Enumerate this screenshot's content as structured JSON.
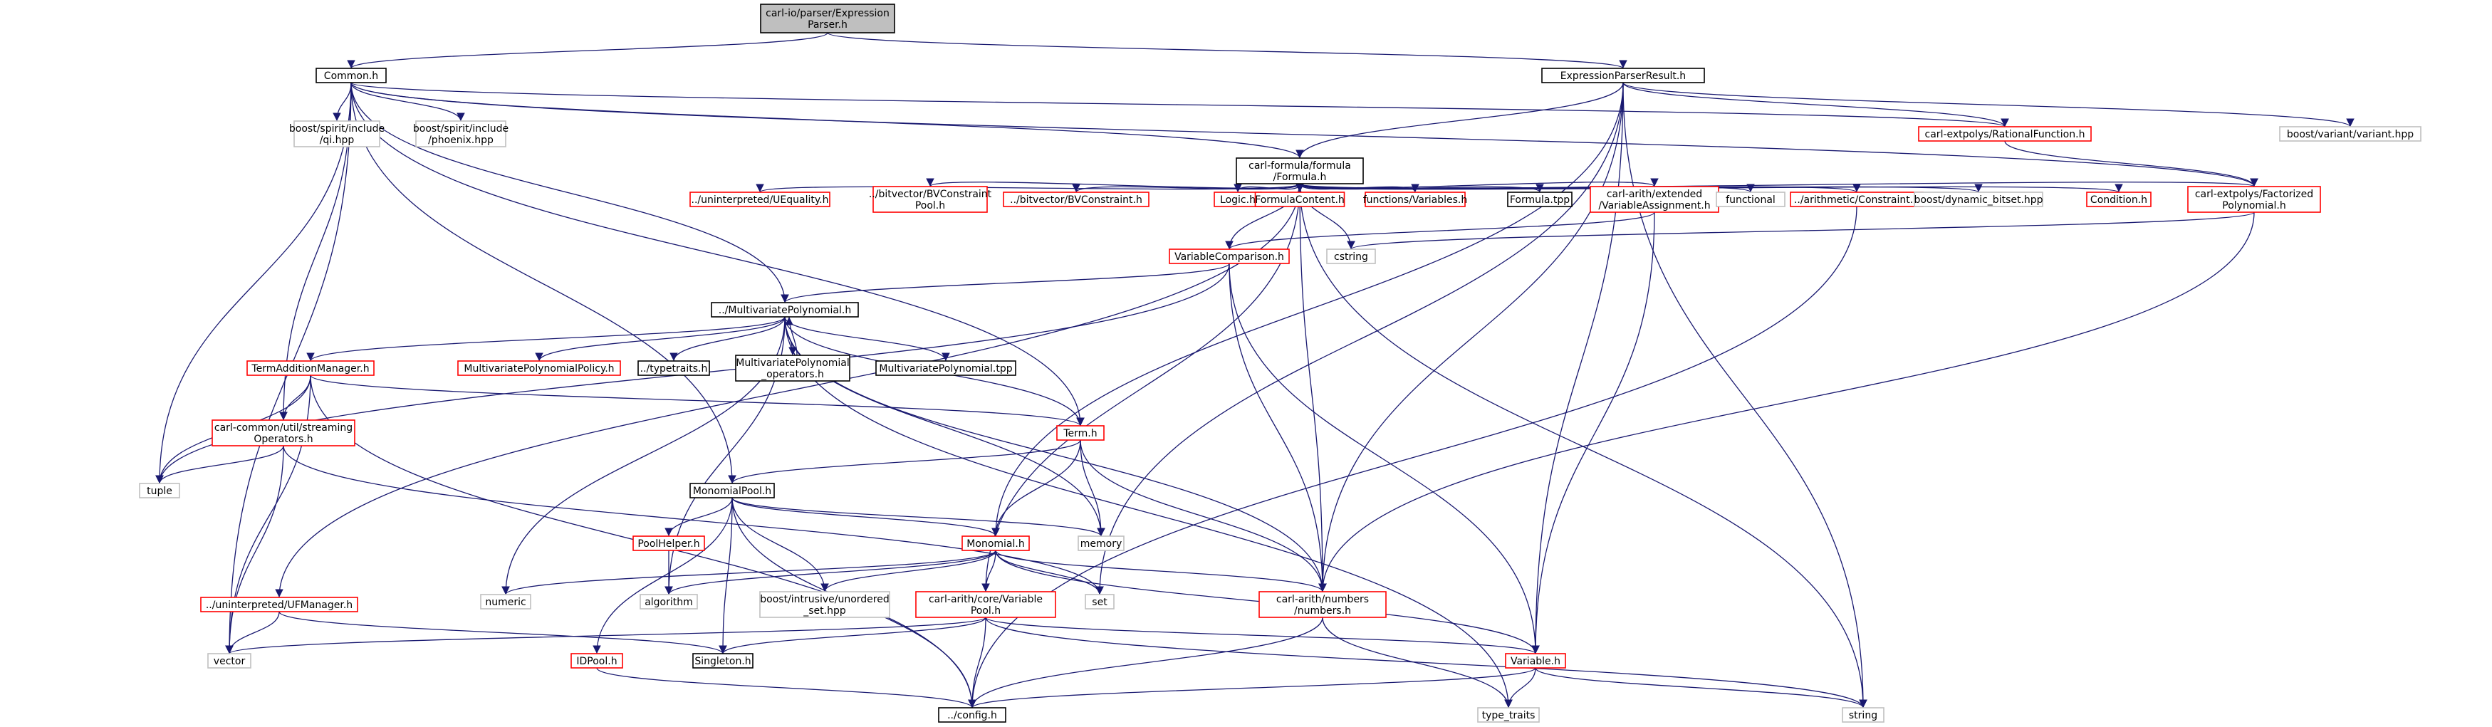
{
  "colors": {
    "edge": "#191970",
    "root_fill": "#bfbfbf",
    "black_border": "#000000",
    "red_border": "#ff0000",
    "gray_border": "#bfbfbf",
    "text": "#000000"
  },
  "nodes": [
    {
      "id": "root",
      "label": "carl-io/parser/Expression\nParser.h",
      "style": "root"
    },
    {
      "id": "common",
      "label": "Common.h",
      "style": "black"
    },
    {
      "id": "epr",
      "label": "ExpressionParserResult.h",
      "style": "black"
    },
    {
      "id": "qi",
      "label": "boost/spirit/include\n/qi.hpp",
      "style": "gray"
    },
    {
      "id": "phoenix",
      "label": "boost/spirit/include\n/phoenix.hpp",
      "style": "gray"
    },
    {
      "id": "formula",
      "label": "carl-formula/formula\n/Formula.h",
      "style": "black"
    },
    {
      "id": "ratfun",
      "label": "carl-extpolys/RationalFunction.h",
      "style": "red"
    },
    {
      "id": "variant",
      "label": "boost/variant/variant.hpp",
      "style": "gray"
    },
    {
      "id": "ueq",
      "label": "../uninterpreted/UEquality.h",
      "style": "red"
    },
    {
      "id": "bvcp",
      "label": "../bitvector/BVConstraint\nPool.h",
      "style": "red"
    },
    {
      "id": "bvc",
      "label": "../bitvector/BVConstraint.h",
      "style": "red"
    },
    {
      "id": "logic",
      "label": "Logic.h",
      "style": "red"
    },
    {
      "id": "fcontent",
      "label": "FormulaContent.h",
      "style": "red"
    },
    {
      "id": "fvars",
      "label": "functions/Variables.h",
      "style": "red"
    },
    {
      "id": "ftpp",
      "label": "Formula.tpp",
      "style": "black"
    },
    {
      "id": "vassign",
      "label": "carl-arith/extended\n/VariableAssignment.h",
      "style": "red"
    },
    {
      "id": "functional",
      "label": "functional",
      "style": "gray"
    },
    {
      "id": "aconstr",
      "label": "../arithmetic/Constraint.h",
      "style": "red"
    },
    {
      "id": "dynbitset",
      "label": "boost/dynamic_bitset.hpp",
      "style": "gray"
    },
    {
      "id": "condition",
      "label": "Condition.h",
      "style": "red"
    },
    {
      "id": "factpoly",
      "label": "carl-extpolys/Factorized\nPolynomial.h",
      "style": "red"
    },
    {
      "id": "varcomp",
      "label": "VariableComparison.h",
      "style": "red"
    },
    {
      "id": "cstring",
      "label": "cstring",
      "style": "gray"
    },
    {
      "id": "mvpoly",
      "label": "../MultivariatePolynomial.h",
      "style": "black"
    },
    {
      "id": "tam",
      "label": "TermAdditionManager.h",
      "style": "red"
    },
    {
      "id": "mvpolicy",
      "label": "MultivariatePolynomialPolicy.h",
      "style": "red"
    },
    {
      "id": "typetraits_h",
      "label": "../typetraits.h",
      "style": "black"
    },
    {
      "id": "mvops",
      "label": "MultivariatePolynomial\n_operators.h",
      "style": "black"
    },
    {
      "id": "mvtpp",
      "label": "MultivariatePolynomial.tpp",
      "style": "black"
    },
    {
      "id": "streaming",
      "label": "carl-common/util/streaming\nOperators.h",
      "style": "red"
    },
    {
      "id": "term",
      "label": "Term.h",
      "style": "red"
    },
    {
      "id": "tuple",
      "label": "tuple",
      "style": "gray"
    },
    {
      "id": "monopool",
      "label": "MonomialPool.h",
      "style": "black"
    },
    {
      "id": "memory",
      "label": "memory",
      "style": "gray"
    },
    {
      "id": "poolhelper",
      "label": "PoolHelper.h",
      "style": "red"
    },
    {
      "id": "monomial",
      "label": "Monomial.h",
      "style": "red"
    },
    {
      "id": "numeric",
      "label": "numeric",
      "style": "gray"
    },
    {
      "id": "algorithm",
      "label": "algorithm",
      "style": "gray"
    },
    {
      "id": "unordset",
      "label": "boost/intrusive/unordered\n_set.hpp",
      "style": "gray"
    },
    {
      "id": "varpool",
      "label": "carl-arith/core/Variable\nPool.h",
      "style": "red"
    },
    {
      "id": "set",
      "label": "set",
      "style": "gray"
    },
    {
      "id": "numbers",
      "label": "carl-arith/numbers\n/numbers.h",
      "style": "red"
    },
    {
      "id": "ufmanager",
      "label": "../uninterpreted/UFManager.h",
      "style": "red"
    },
    {
      "id": "vector",
      "label": "vector",
      "style": "gray"
    },
    {
      "id": "idpool",
      "label": "IDPool.h",
      "style": "red"
    },
    {
      "id": "singleton",
      "label": "Singleton.h",
      "style": "black"
    },
    {
      "id": "variable",
      "label": "Variable.h",
      "style": "red"
    },
    {
      "id": "config",
      "label": "../config.h",
      "style": "black"
    },
    {
      "id": "type_traits",
      "label": "type_traits",
      "style": "gray"
    },
    {
      "id": "string",
      "label": "string",
      "style": "gray"
    }
  ],
  "edges": [
    [
      "root",
      "common"
    ],
    [
      "root",
      "epr"
    ],
    [
      "common",
      "qi"
    ],
    [
      "common",
      "phoenix"
    ],
    [
      "common",
      "formula"
    ],
    [
      "common",
      "ratfun"
    ],
    [
      "common",
      "mvpoly"
    ],
    [
      "common",
      "streaming"
    ],
    [
      "common",
      "tuple"
    ],
    [
      "common",
      "vector"
    ],
    [
      "common",
      "monopool"
    ],
    [
      "common",
      "term"
    ],
    [
      "common",
      "factpoly"
    ],
    [
      "epr",
      "formula"
    ],
    [
      "epr",
      "ratfun"
    ],
    [
      "epr",
      "variant"
    ],
    [
      "epr",
      "numbers"
    ],
    [
      "epr",
      "variable"
    ],
    [
      "epr",
      "string"
    ],
    [
      "epr",
      "monomial"
    ],
    [
      "epr",
      "set"
    ],
    [
      "formula",
      "ueq"
    ],
    [
      "formula",
      "bvcp"
    ],
    [
      "formula",
      "bvc"
    ],
    [
      "formula",
      "logic"
    ],
    [
      "formula",
      "fcontent"
    ],
    [
      "formula",
      "fvars"
    ],
    [
      "formula",
      "ftpp"
    ],
    [
      "formula",
      "vassign"
    ],
    [
      "formula",
      "functional"
    ],
    [
      "formula",
      "aconstr"
    ],
    [
      "formula",
      "dynbitset"
    ],
    [
      "formula",
      "condition"
    ],
    [
      "formula",
      "factpoly"
    ],
    [
      "formula",
      "varcomp"
    ],
    [
      "formula",
      "cstring"
    ],
    [
      "formula",
      "ufmanager"
    ],
    [
      "formula",
      "varpool"
    ],
    [
      "formula",
      "string"
    ],
    [
      "formula",
      "numbers"
    ],
    [
      "ratfun",
      "factpoly"
    ],
    [
      "vassign",
      "varcomp"
    ],
    [
      "vassign",
      "variable"
    ],
    [
      "aconstr",
      "config"
    ],
    [
      "factpoly",
      "cstring"
    ],
    [
      "factpoly",
      "numbers"
    ],
    [
      "varcomp",
      "mvpoly"
    ],
    [
      "varcomp",
      "numbers"
    ],
    [
      "varcomp",
      "variable"
    ],
    [
      "varcomp",
      "tuple"
    ],
    [
      "mvpoly",
      "tam"
    ],
    [
      "mvpoly",
      "mvpolicy"
    ],
    [
      "mvpoly",
      "typetraits_h"
    ],
    [
      "mvpoly",
      "mvops"
    ],
    [
      "mvpoly",
      "mvtpp"
    ],
    [
      "mvpoly",
      "term"
    ],
    [
      "mvpoly",
      "memory"
    ],
    [
      "mvpoly",
      "numeric"
    ],
    [
      "mvpoly",
      "algorithm"
    ],
    [
      "mvpoly",
      "numbers"
    ],
    [
      "mvpoly",
      "type_traits"
    ],
    [
      "mvops",
      "mvpoly"
    ],
    [
      "tam",
      "streaming"
    ],
    [
      "tam",
      "term"
    ],
    [
      "tam",
      "tuple"
    ],
    [
      "tam",
      "vector"
    ],
    [
      "tam",
      "config"
    ],
    [
      "streaming",
      "tuple"
    ],
    [
      "streaming",
      "vector"
    ],
    [
      "streaming",
      "set"
    ],
    [
      "term",
      "monopool"
    ],
    [
      "term",
      "monomial"
    ],
    [
      "term",
      "memory"
    ],
    [
      "term",
      "numbers"
    ],
    [
      "monopool",
      "poolhelper"
    ],
    [
      "monopool",
      "monomial"
    ],
    [
      "monopool",
      "memory"
    ],
    [
      "monopool",
      "unordset"
    ],
    [
      "monopool",
      "singleton"
    ],
    [
      "monopool",
      "idpool"
    ],
    [
      "monopool",
      "config"
    ],
    [
      "poolhelper",
      "algorithm"
    ],
    [
      "monomial",
      "numeric"
    ],
    [
      "monomial",
      "algorithm"
    ],
    [
      "monomial",
      "unordset"
    ],
    [
      "monomial",
      "varpool"
    ],
    [
      "monomial",
      "set"
    ],
    [
      "monomial",
      "numbers"
    ],
    [
      "monomial",
      "variable"
    ],
    [
      "varpool",
      "vector"
    ],
    [
      "varpool",
      "singleton"
    ],
    [
      "varpool",
      "config"
    ],
    [
      "varpool",
      "variable"
    ],
    [
      "varpool",
      "string"
    ],
    [
      "numbers",
      "config"
    ],
    [
      "numbers",
      "type_traits"
    ],
    [
      "ufmanager",
      "vector"
    ],
    [
      "ufmanager",
      "singleton"
    ],
    [
      "idpool",
      "config"
    ],
    [
      "variable",
      "config"
    ],
    [
      "variable",
      "type_traits"
    ],
    [
      "variable",
      "string"
    ]
  ]
}
